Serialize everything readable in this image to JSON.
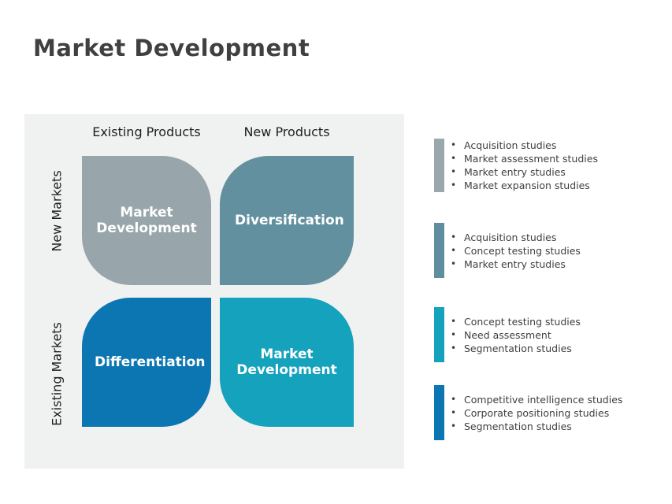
{
  "page": {
    "title": "Market Development",
    "background": "#ffffff"
  },
  "colors": {
    "title_text": "#404040",
    "header_text": "#1e1e1e",
    "list_text": "#3f3f3f",
    "quadrant_text": "#ffffff",
    "panel_background": "#f0f1f1"
  },
  "matrix": {
    "column_headers": [
      {
        "label": "Existing Products"
      },
      {
        "label": "New Products"
      }
    ],
    "row_headers": [
      {
        "label": "New Markets"
      },
      {
        "label": "Existing Markets"
      }
    ],
    "quadrants": [
      {
        "position": "top-left",
        "label": "Market Development",
        "color": "#98a5ab"
      },
      {
        "position": "top-right",
        "label": "Diversification",
        "color": "#62909f"
      },
      {
        "position": "bottom-left",
        "label": "Differentiation",
        "color": "#0c76b2"
      },
      {
        "position": "bottom-right",
        "label": "Market Development",
        "color": "#14a2bc"
      }
    ]
  },
  "lists": [
    {
      "color": "#9aa8ad",
      "items": [
        "Acquisition studies",
        "Market assessment studies",
        "Market entry studies",
        "Market expansion studies"
      ]
    },
    {
      "color": "#5f8f9e",
      "items": [
        "Acquisition studies",
        "Concept testing studies",
        "Market entry studies"
      ]
    },
    {
      "color": "#14a2bc",
      "items": [
        "Concept testing studies",
        "Need assessment",
        "Segmentation studies"
      ]
    },
    {
      "color": "#0c76b2",
      "items": [
        "Competitive intelligence studies",
        "Corporate positioning studies",
        "Segmentation studies"
      ]
    }
  ]
}
